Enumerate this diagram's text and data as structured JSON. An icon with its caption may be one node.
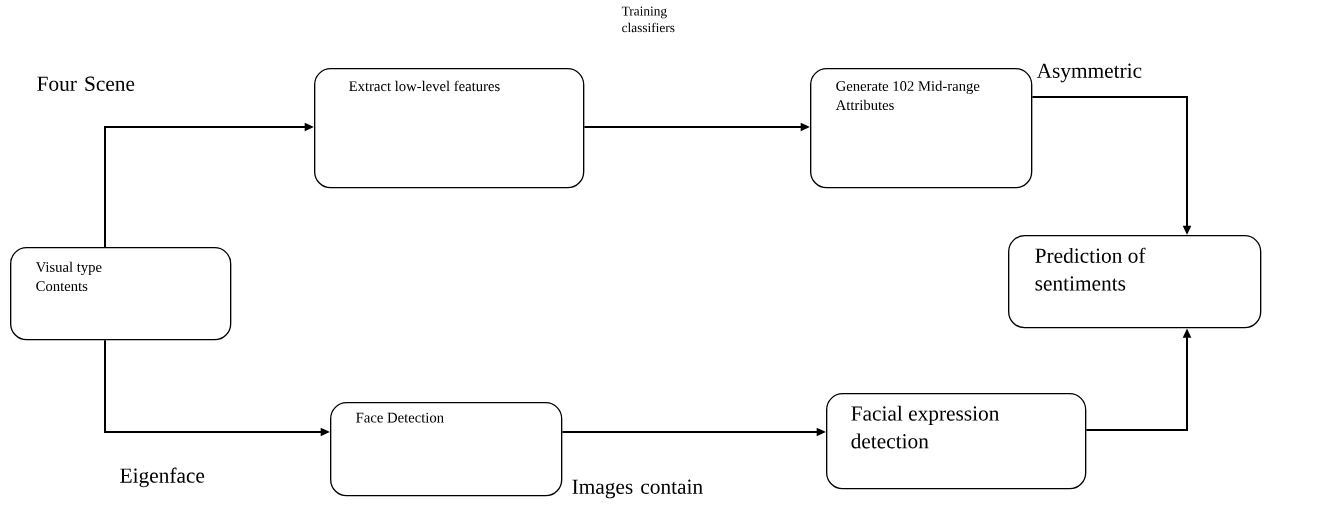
{
  "diagram": {
    "nodes": [
      {
        "text": [
          "Visual type Contents"
        ]
      },
      {
        "text": [
          "Extract low-level features"
        ]
      },
      {
        "text": [
          "Generate 102 Mid-range Attributes"
        ]
      },
      {
        "text": [
          "Prediction of sentiments"
        ]
      },
      {
        "text": [
          "Face Detection"
        ]
      },
      {
        "text": [
          "Facial expression detection"
        ]
      }
    ],
    "edges": [
      {
        "from": 0,
        "to": 1,
        "arrow": "to",
        "label": "Four Scene"
      },
      {
        "from": 1,
        "to": 2,
        "arrow": "to"
      },
      {
        "from": 2,
        "to": 3,
        "arrow": "to",
        "label": "Asymmetric"
      },
      {
        "from": 0,
        "to": 4,
        "arrow": "to",
        "label": "Eigenface"
      },
      {
        "from": 4,
        "to": 5,
        "arrow": "to",
        "label": "Images contain"
      },
      {
        "from": 5,
        "to": 3,
        "arrow": "to"
      }
    ],
    "labels": [
      "Training classifiers"
    ]
  }
}
